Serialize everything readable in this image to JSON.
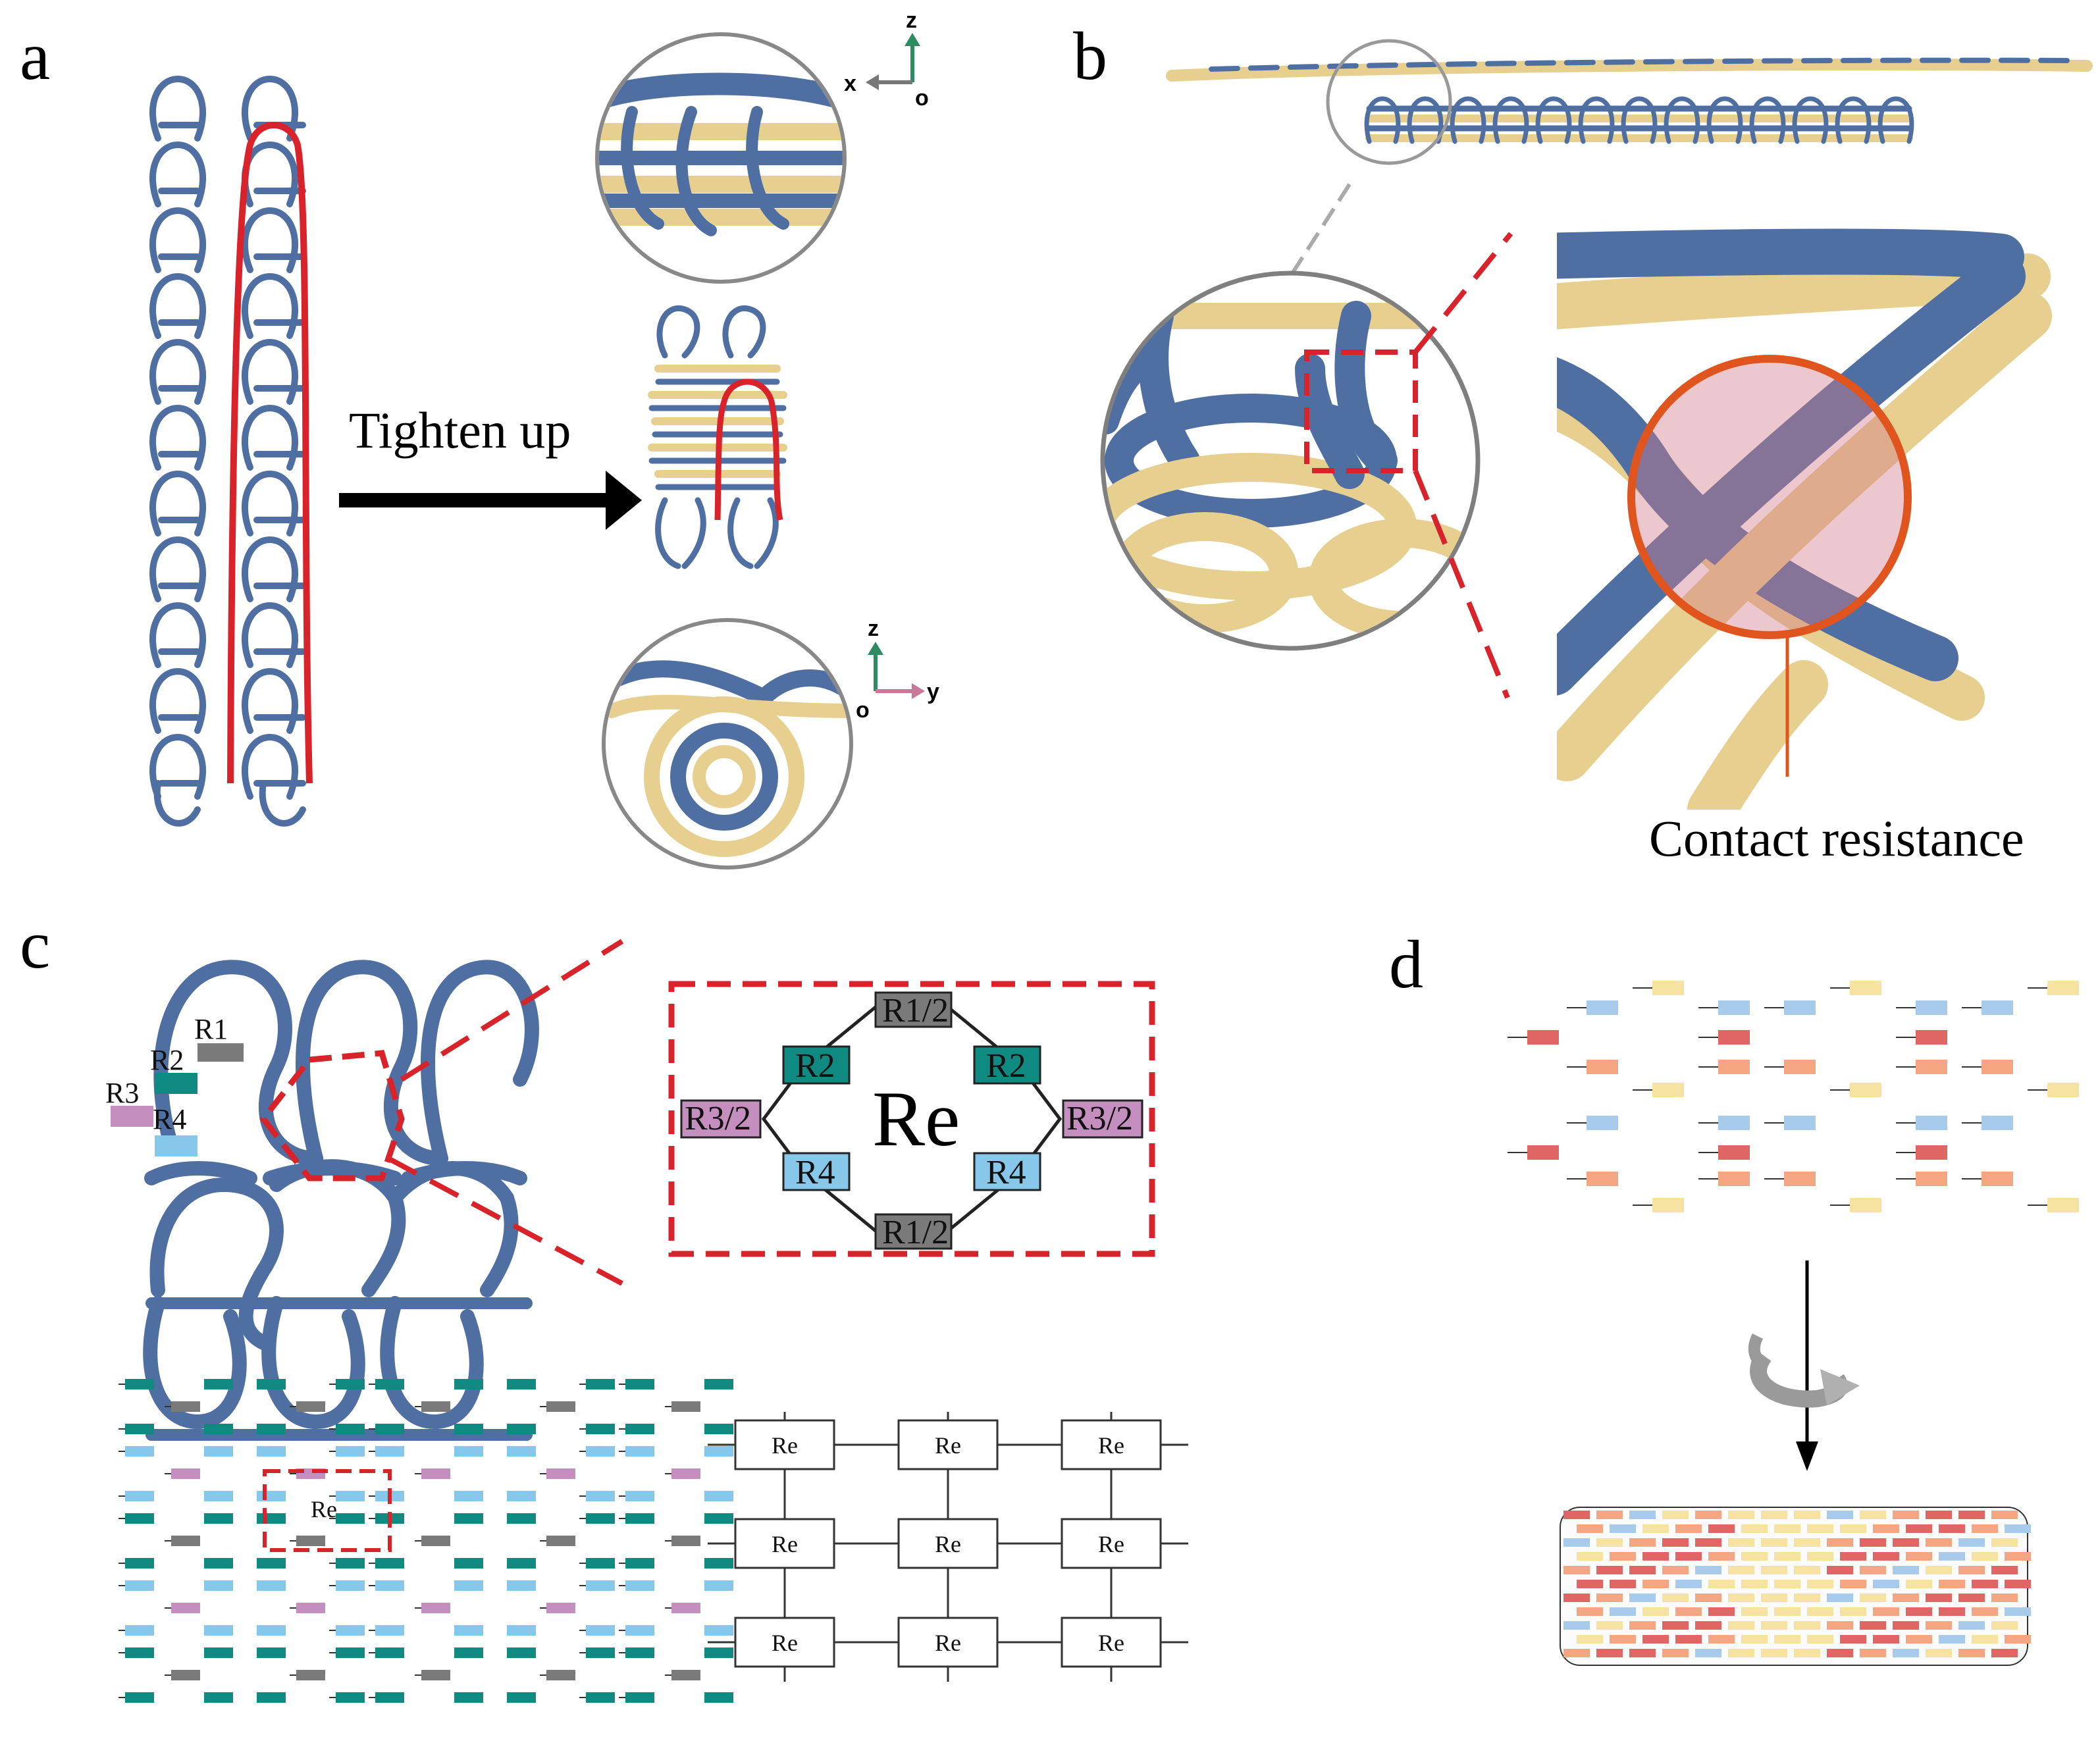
{
  "panels": {
    "a": {
      "label": "a",
      "arrow_text": "Tighten up",
      "axes_top": {
        "vertical": "z",
        "horizontal": "x",
        "origin": "o"
      },
      "axes_bottom": {
        "vertical": "z",
        "horizontal": "y",
        "origin": "o"
      }
    },
    "b": {
      "label": "b",
      "caption": "Contact resistance"
    },
    "c": {
      "label": "c",
      "resistors": {
        "r1": "R1",
        "r2": "R2",
        "r3": "R3",
        "r4": "R4"
      },
      "unit_cell": {
        "center": "Re",
        "r1_half": "R1/2",
        "r2": "R2",
        "r3_half": "R3/2",
        "r4": "R4"
      },
      "mesh_cell": "Re",
      "grid_cell": "Re"
    },
    "d": {
      "label": "d"
    }
  },
  "colors": {
    "yarn_blue": "#4f6fa3",
    "yarn_gold": "#e7cf8f",
    "loop_red": "#d9232a",
    "r1_gray": "#7a7a7a",
    "r2_teal": "#0f8a80",
    "r3_pink": "#c48fbf",
    "r4_blue": "#87c8ea",
    "d_yellow": "#f6e3a2",
    "d_lightblue": "#a8cbeb",
    "d_red": "#e06666",
    "d_salmon": "#f4a582",
    "contact_orange": "#e0541e"
  }
}
